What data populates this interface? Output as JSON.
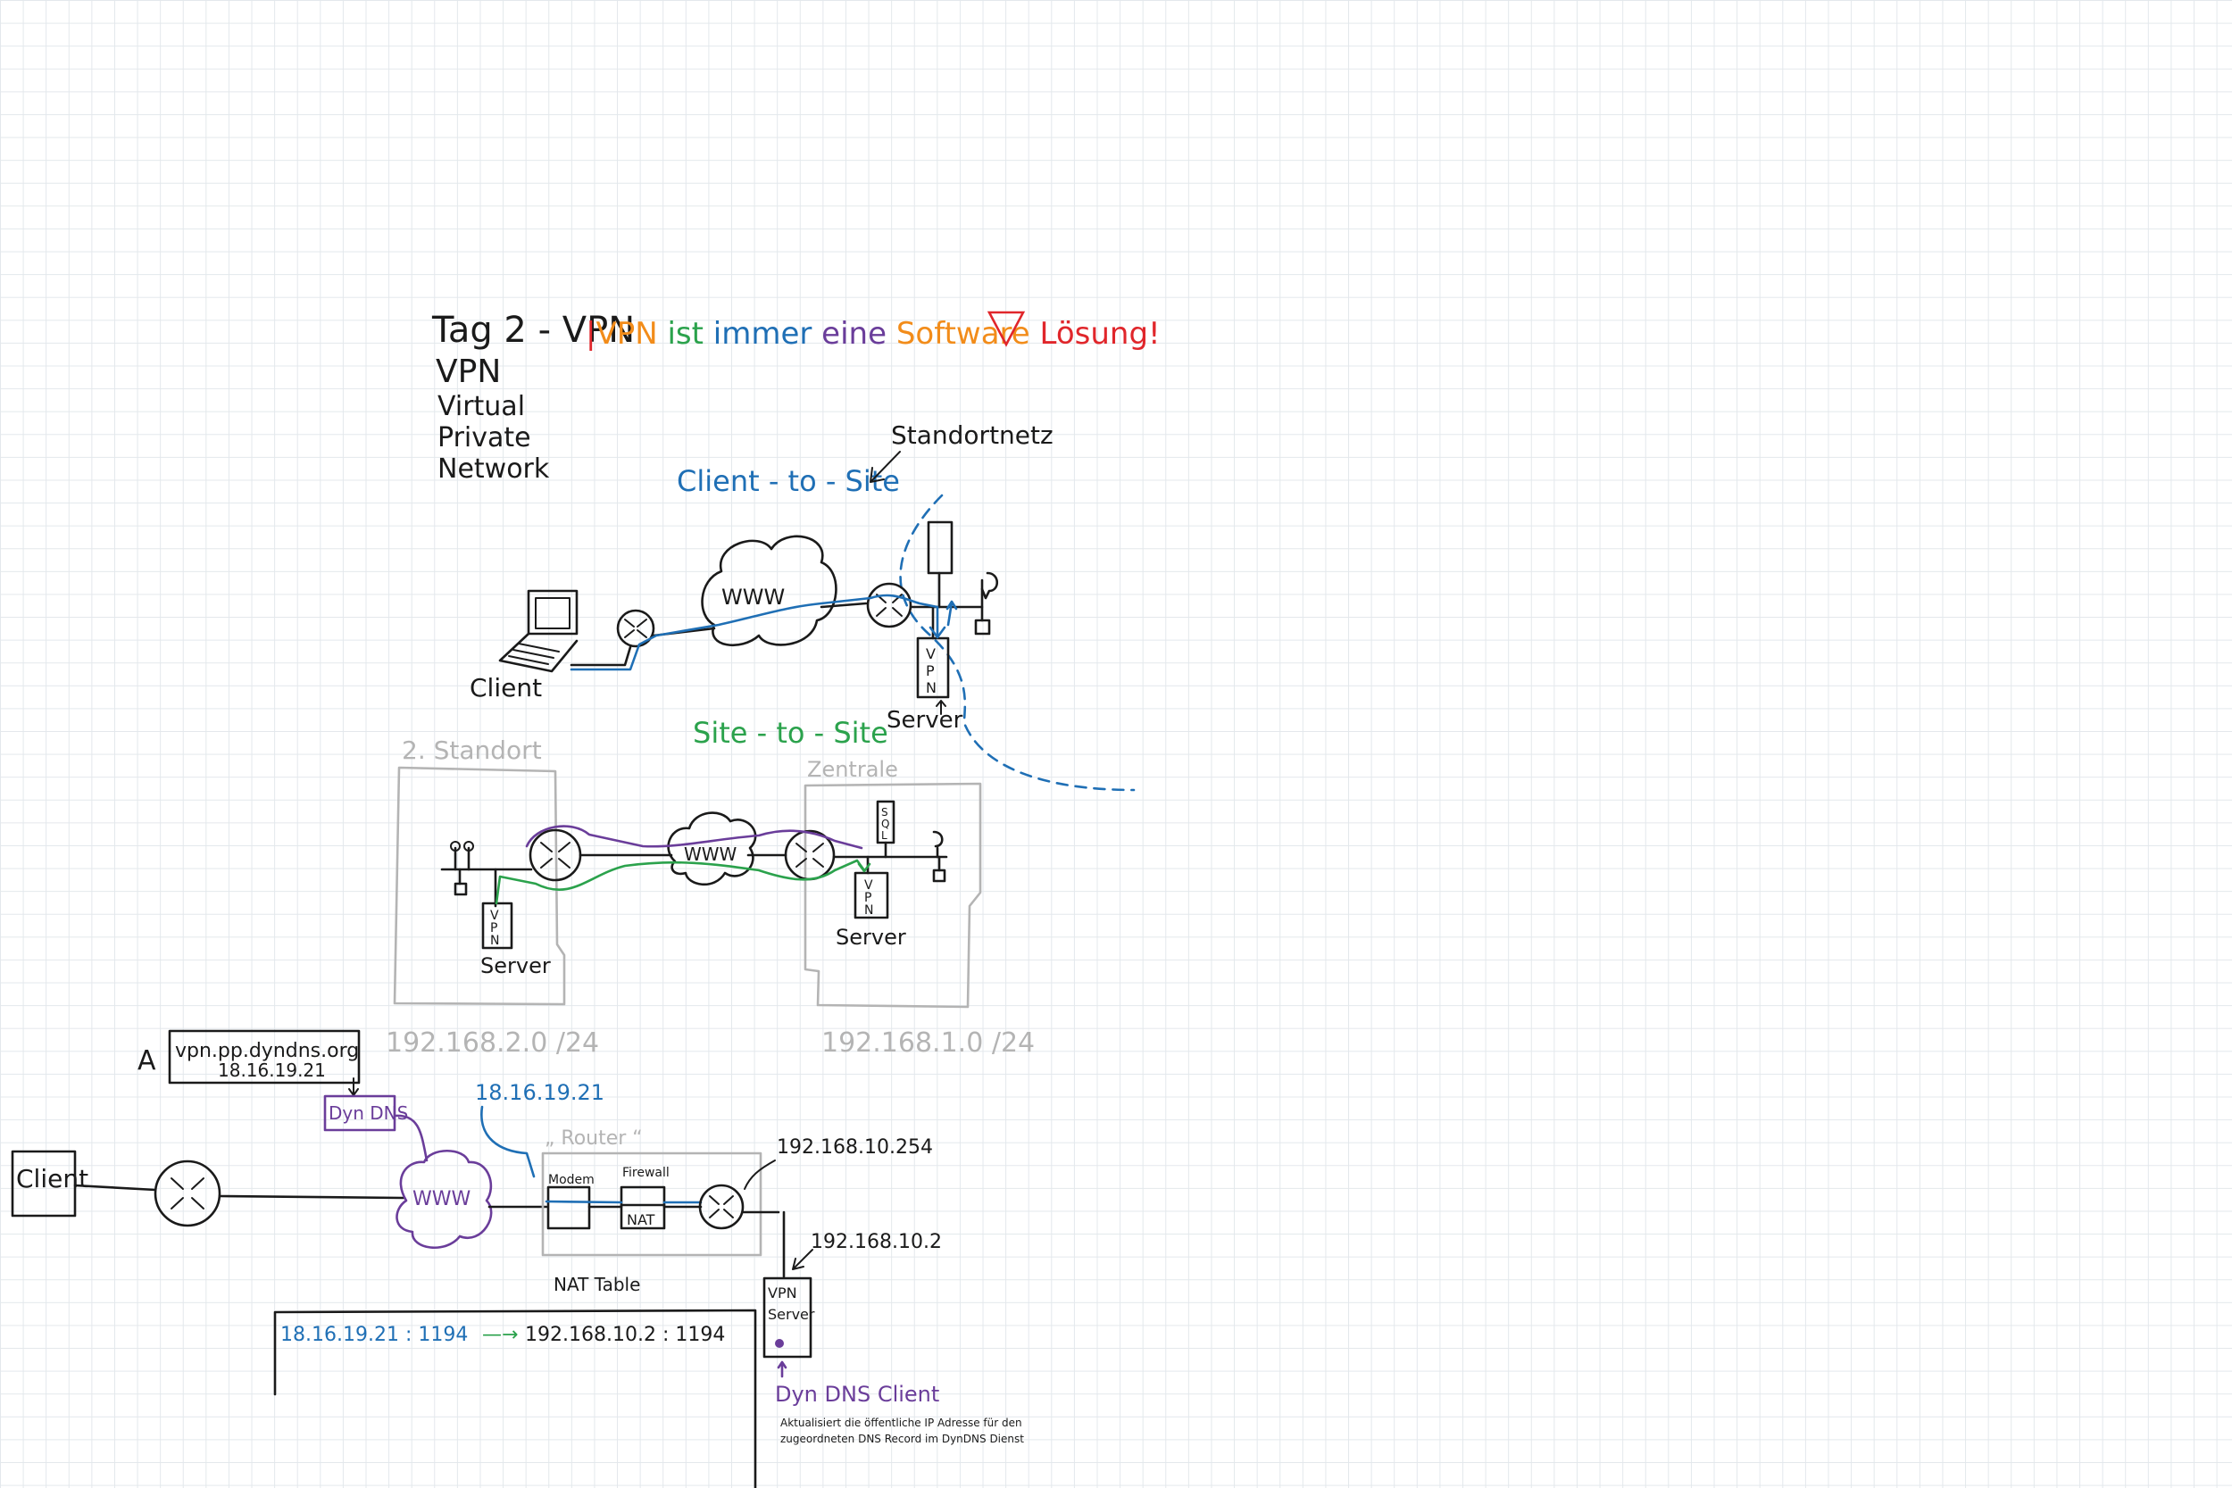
{
  "title": {
    "main": "Tag 2 - VPN",
    "note_rainbow": [
      "|",
      "VPN",
      " ist ",
      "immer ",
      "eine ",
      "Software ",
      "Lösung",
      "!"
    ],
    "rainbow_colors": [
      "#e0262b",
      "#f28c1a",
      "#2ba24c",
      "#1f6fb5",
      "#6a3d9a",
      "#f28c1a",
      "#e0262b",
      "#e0262b"
    ]
  },
  "acronym": [
    "VPN",
    "Virtual",
    "Private",
    "Network"
  ],
  "client_to_site": {
    "heading": "Client - to - Site",
    "standortnetz": "Standortnetz",
    "cloud": "WWW",
    "client": "Client",
    "vpn_box": [
      "V",
      "P",
      "N"
    ],
    "server": "Server"
  },
  "site_to_site": {
    "heading": "Site - to - Site",
    "site_left": "2. Standort",
    "site_right": "Zentrale",
    "cloud": "WWW",
    "vpn_box": [
      "V",
      "P",
      "N"
    ],
    "sql_box": [
      "S",
      "Q",
      "L"
    ],
    "server_left": "Server",
    "server_right": "Server",
    "net_left": "192.168.2.0 /24",
    "net_right": "192.168.1.0 /24"
  },
  "dyndns_part": {
    "record_prefix": "A",
    "record_host": "vpn.pp.dyndns.org",
    "record_ip": "18.16.19.21",
    "dyndns_label": "Dyn DNS",
    "public_ip": "18.16.19.21",
    "router_label": "„ Router “",
    "modem": "Modem",
    "firewall": "Firewall",
    "nat": "NAT",
    "router_ip": "192.168.10.254",
    "server_ip": "192.168.10.2",
    "client": "Client",
    "cloud": "WWW",
    "vpn_server": [
      "VPN",
      "Server"
    ],
    "nat_table_title": "NAT Table",
    "nat_public": "18.16.19.21 : 1194",
    "nat_arrow": "—→",
    "nat_private": "192.168.10.2 : 1194",
    "dyndns_client": "Dyn DNS Client",
    "note": [
      "Aktualisiert die öffentliche IP Adresse für den",
      "zugeordneten DNS Record im DynDNS Dienst"
    ]
  },
  "colors": {
    "ink": "#1a1a1a",
    "blue": "#1f6fb5",
    "green": "#2ba24c",
    "purple": "#6a3d9a",
    "grey": "#b4b4b4",
    "grid": "#e3e8ec"
  }
}
